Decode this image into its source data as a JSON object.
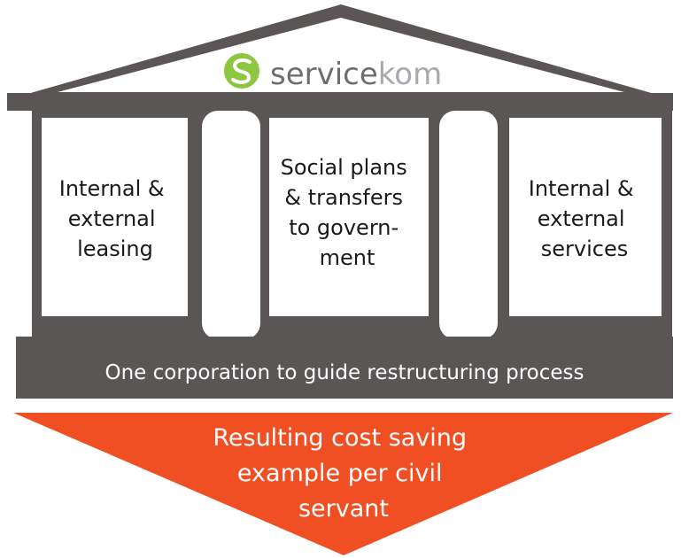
{
  "logo": {
    "text_dark": "service",
    "text_light": "kom",
    "mark_letter": "S"
  },
  "pillars": [
    {
      "lines": [
        "Internal &",
        "external",
        "leasing"
      ]
    },
    {
      "lines": [
        "Social plans",
        "& transfers",
        "to govern-",
        "ment"
      ]
    },
    {
      "lines": [
        "Internal &",
        "external",
        "services"
      ]
    }
  ],
  "base_text": "One corporation to guide restructuring process",
  "result": {
    "lines": [
      "Resulting cost saving",
      "example per civil",
      "servant"
    ]
  },
  "colors": {
    "structure": "#5a5655",
    "text": "#1a1a1a",
    "base_text": "#ffffff",
    "arrow": "#f04e23",
    "arrow_text": "#ffffff",
    "logo_green": "#8dc63f",
    "logo_gray": "#6d6e71",
    "logo_light": "#a7a9ac"
  }
}
